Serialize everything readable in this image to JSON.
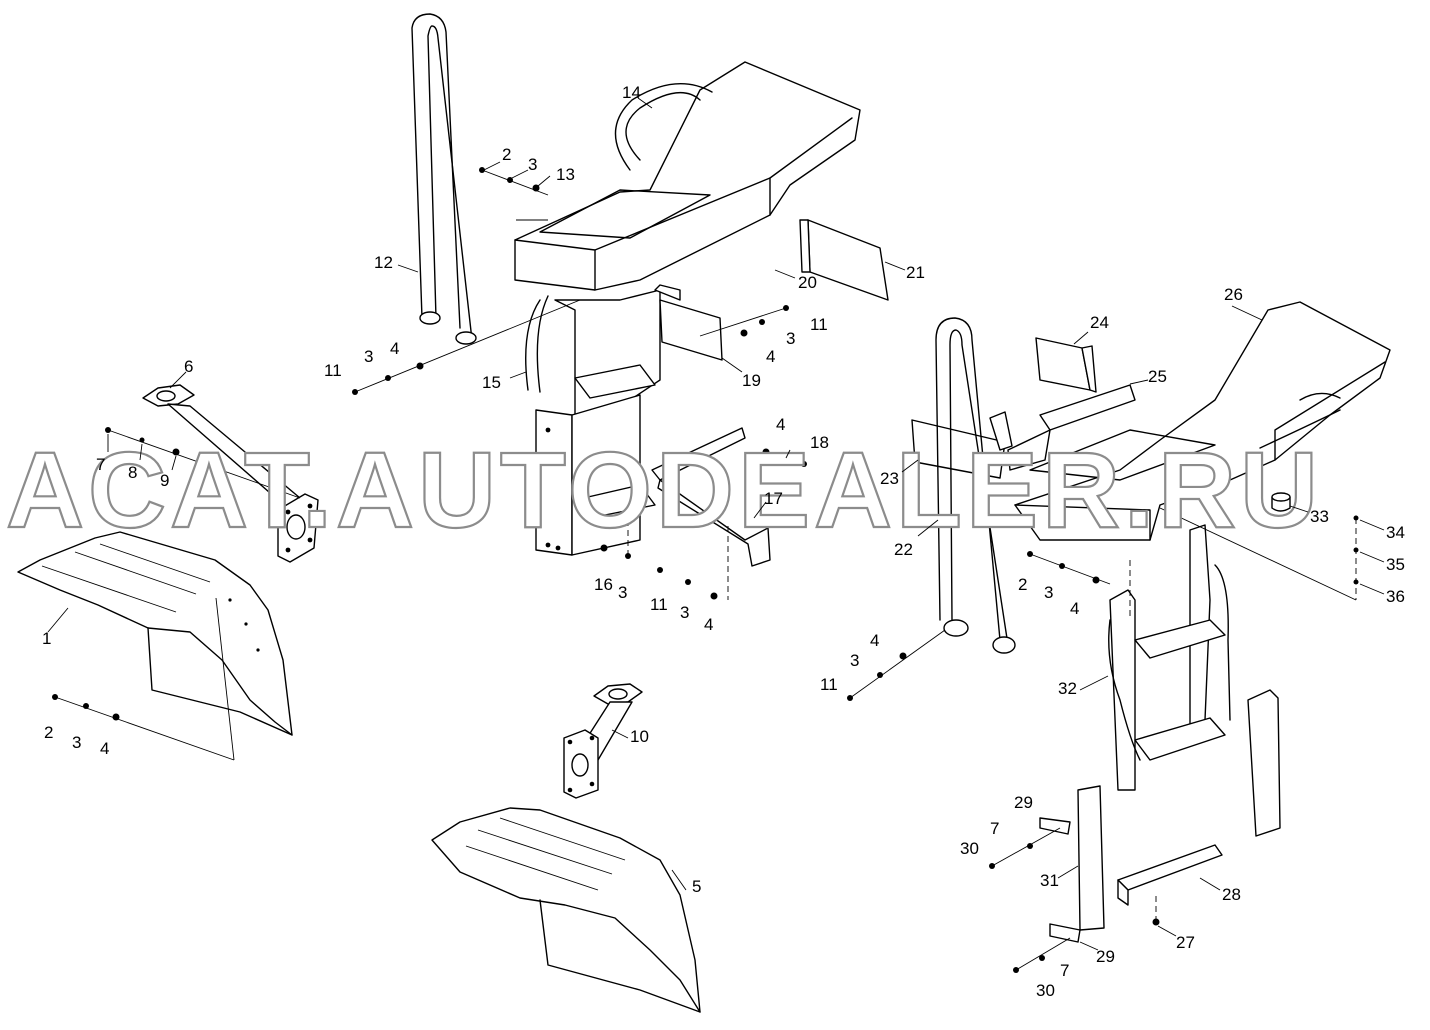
{
  "watermark": "ACAT.AUTODEALER.RU",
  "callouts": [
    {
      "label": "1"
    },
    {
      "label": "2"
    },
    {
      "label": "3"
    },
    {
      "label": "4"
    },
    {
      "label": "5"
    },
    {
      "label": "6"
    },
    {
      "label": "7"
    },
    {
      "label": "8"
    },
    {
      "label": "9"
    },
    {
      "label": "10"
    },
    {
      "label": "11"
    },
    {
      "label": "12"
    },
    {
      "label": "13"
    },
    {
      "label": "14"
    },
    {
      "label": "15"
    },
    {
      "label": "16"
    },
    {
      "label": "17"
    },
    {
      "label": "18"
    },
    {
      "label": "19"
    },
    {
      "label": "20"
    },
    {
      "label": "21"
    },
    {
      "label": "22"
    },
    {
      "label": "23"
    },
    {
      "label": "24"
    },
    {
      "label": "25"
    },
    {
      "label": "26"
    },
    {
      "label": "27"
    },
    {
      "label": "28"
    },
    {
      "label": "29"
    },
    {
      "label": "30"
    },
    {
      "label": "31"
    },
    {
      "label": "32"
    },
    {
      "label": "33"
    },
    {
      "label": "34"
    },
    {
      "label": "35"
    },
    {
      "label": "36"
    }
  ]
}
